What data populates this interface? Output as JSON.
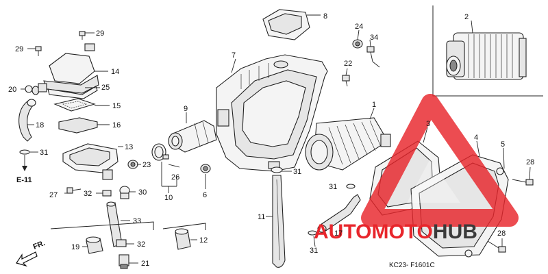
{
  "diagram": {
    "code": "KC23- F1601C",
    "direction_label": "FR.",
    "reference_label": "E-11",
    "parts": [
      {
        "id": "p1",
        "num": "1"
      },
      {
        "id": "p2",
        "num": "2"
      },
      {
        "id": "p3",
        "num": "3"
      },
      {
        "id": "p4",
        "num": "4"
      },
      {
        "id": "p5",
        "num": "5"
      },
      {
        "id": "p6",
        "num": "6"
      },
      {
        "id": "p7",
        "num": "7"
      },
      {
        "id": "p8",
        "num": "8"
      },
      {
        "id": "p9",
        "num": "9"
      },
      {
        "id": "p10",
        "num": "10"
      },
      {
        "id": "p11",
        "num": "11"
      },
      {
        "id": "p12",
        "num": "12"
      },
      {
        "id": "p13",
        "num": "13"
      },
      {
        "id": "p14",
        "num": "14"
      },
      {
        "id": "p15",
        "num": "15"
      },
      {
        "id": "p16",
        "num": "16"
      },
      {
        "id": "p17",
        "num": "17"
      },
      {
        "id": "p18",
        "num": "18"
      },
      {
        "id": "p19",
        "num": "19"
      },
      {
        "id": "p20",
        "num": "20"
      },
      {
        "id": "p21",
        "num": "21"
      },
      {
        "id": "p22",
        "num": "22"
      },
      {
        "id": "p23",
        "num": "23"
      },
      {
        "id": "p24",
        "num": "24"
      },
      {
        "id": "p25",
        "num": "25"
      },
      {
        "id": "p26",
        "num": "26"
      },
      {
        "id": "p27",
        "num": "27"
      },
      {
        "id": "p28a",
        "num": "28"
      },
      {
        "id": "p28b",
        "num": "28"
      },
      {
        "id": "p29a",
        "num": "29"
      },
      {
        "id": "p29b",
        "num": "29"
      },
      {
        "id": "p30",
        "num": "30"
      },
      {
        "id": "p31a",
        "num": "31"
      },
      {
        "id": "p31b",
        "num": "31"
      },
      {
        "id": "p31c",
        "num": "31"
      },
      {
        "id": "p31d",
        "num": "31"
      },
      {
        "id": "p32a",
        "num": "32"
      },
      {
        "id": "p32b",
        "num": "32"
      },
      {
        "id": "p33",
        "num": "33"
      },
      {
        "id": "p34",
        "num": "34"
      }
    ]
  },
  "watermark": {
    "text_a": "AUTOMOTO",
    "text_b": "HUB",
    "color_primary": "#e8262c",
    "color_secondary": "#3a3a3a"
  }
}
